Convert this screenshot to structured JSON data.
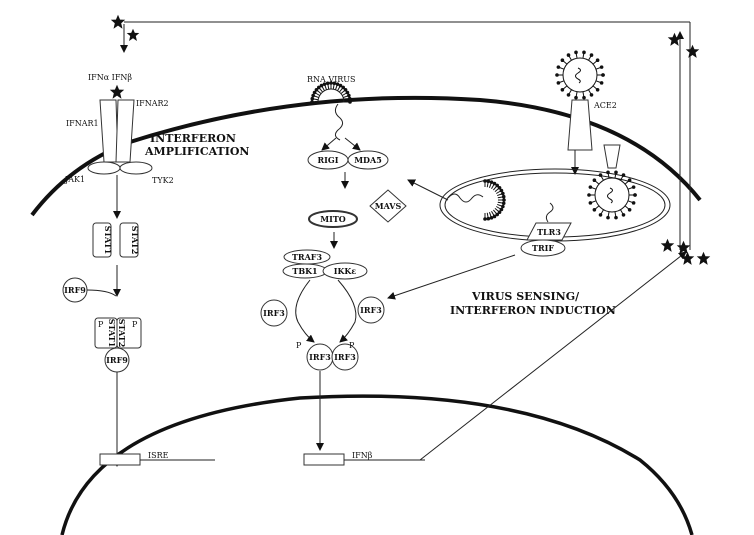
{
  "labels": {
    "ifn": "IFNα IFNβ",
    "ifnar1": "IFNAR1",
    "ifnar2": "IFNAR2",
    "jak1": "JAK1",
    "tyk2": "TYK2",
    "stat1": "STAT1",
    "stat2": "STAT2",
    "irf9": "IRF9",
    "p": "P",
    "isre": "ISRE",
    "rna_virus": "RNA VIRUS",
    "rigi": "RIGI",
    "mda5": "MDA5",
    "mavs": "MAVS",
    "mito": "MITO",
    "traf3": "TRAF3",
    "tbk1": "TBK1",
    "ikke": "IKKε",
    "irf3": "IRF3",
    "ifnb": "IFNβ",
    "ace2": "ACE2",
    "tlr3": "TLR3",
    "trif": "TRIF"
  },
  "sections": {
    "amplification_line1": "INTERFERON",
    "amplification_line2": "AMPLIFICATION",
    "sensing_line1": "VIRUS SENSING/",
    "sensing_line2": "INTERFERON INDUCTION"
  },
  "icons": {
    "interferon": "star-icon",
    "virus": "spiked-virion-icon"
  }
}
